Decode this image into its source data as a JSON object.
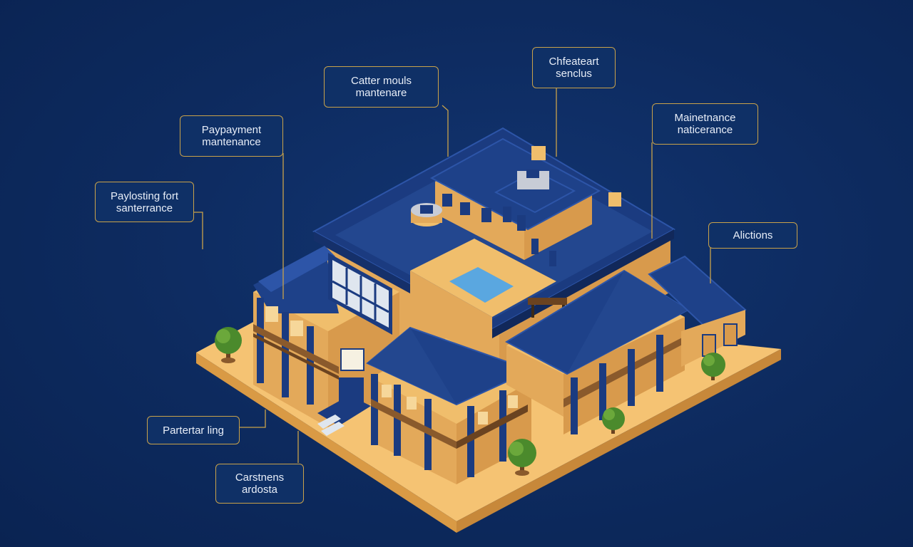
{
  "colors": {
    "background": "#0d2a5e",
    "roof": "#1e3f86",
    "wall": "#f0be6c",
    "base": "#f5c373",
    "accent_border": "#c9a24a",
    "label_text": "#e8eef8"
  },
  "callouts": [
    {
      "id": "c1",
      "lines": [
        "Catter mouls",
        "mantenare"
      ]
    },
    {
      "id": "c2",
      "lines": [
        "Chfeateart",
        "senclus"
      ]
    },
    {
      "id": "c3",
      "lines": [
        "Paypayment",
        "mantenance"
      ]
    },
    {
      "id": "c4",
      "lines": [
        "Mainetnance",
        "naticerance"
      ]
    },
    {
      "id": "c5",
      "lines": [
        "Paylosting fort",
        "santerrance"
      ]
    },
    {
      "id": "c6",
      "lines": [
        "Alictions"
      ]
    },
    {
      "id": "c7",
      "lines": [
        "Partertar ling"
      ]
    },
    {
      "id": "c8",
      "lines": [
        "Carstnens",
        "ardosta"
      ]
    }
  ]
}
